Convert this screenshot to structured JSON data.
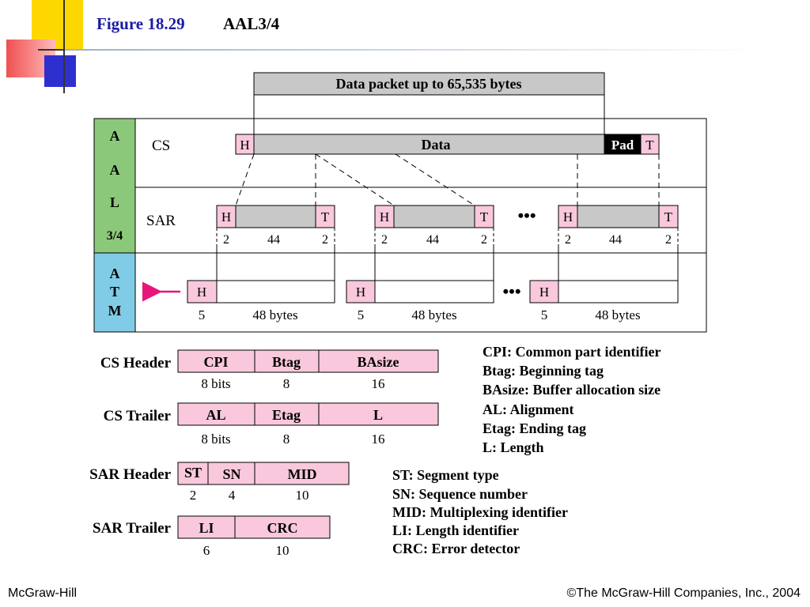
{
  "slide": {
    "figure_label": "Figure 18.29",
    "title": "AAL3/4",
    "footer_left": "McGraw-Hill",
    "footer_right": "©The McGraw-Hill Companies, Inc., 2004"
  },
  "colors": {
    "title_blue": "#1a1aa6",
    "header_pink": "#f9c8dc",
    "grey_fill": "#c8c8c8",
    "aal_green": "#8cc87a",
    "atm_blue": "#80cce6",
    "pad_black": "#000000",
    "arrow_magenta": "#e8157a",
    "deco_yellow": "#ffd700",
    "deco_red": "#f05050",
    "deco_blue": "#2f2fd0"
  },
  "diagram": {
    "data_packet_label": "Data packet up to 65,535 bytes",
    "aal_side": {
      "line1": "A",
      "line2": "A",
      "line3": "L",
      "line4": "3/4"
    },
    "atm_side": {
      "line1": "A",
      "line2": "T",
      "line3": "M"
    },
    "cs_row": {
      "label": "CS",
      "h": "H",
      "data": "Data",
      "pad": "Pad",
      "t": "T"
    },
    "sar_row": {
      "label": "SAR",
      "ellipsis": "•••",
      "segments": [
        {
          "h": "H",
          "t": "T",
          "h_size": "2",
          "body_size": "44",
          "t_size": "2"
        },
        {
          "h": "H",
          "t": "T",
          "h_size": "2",
          "body_size": "44",
          "t_size": "2"
        },
        {
          "h": "H",
          "t": "T",
          "h_size": "2",
          "body_size": "44",
          "t_size": "2"
        }
      ]
    },
    "atm_row": {
      "ellipsis": "•••",
      "cells": [
        {
          "h": "H",
          "h_size": "5",
          "body_size": "48 bytes"
        },
        {
          "h": "H",
          "h_size": "5",
          "body_size": "48 bytes"
        },
        {
          "h": "H",
          "h_size": "5",
          "body_size": "48 bytes"
        }
      ]
    }
  },
  "formats": {
    "cs_header": {
      "label": "CS Header",
      "fields": [
        "CPI",
        "Btag",
        "BAsize"
      ],
      "sizes": [
        "8 bits",
        "8",
        "16"
      ]
    },
    "cs_trailer": {
      "label": "CS Trailer",
      "fields": [
        "AL",
        "Etag",
        "L"
      ],
      "sizes": [
        "8 bits",
        "8",
        "16"
      ]
    },
    "sar_header": {
      "label": "SAR Header",
      "fields": [
        "ST",
        "SN",
        "MID"
      ],
      "sizes": [
        "2",
        "4",
        "10"
      ]
    },
    "sar_trailer": {
      "label": "SAR Trailer",
      "fields": [
        "LI",
        "CRC"
      ],
      "sizes": [
        "6",
        "10"
      ]
    }
  },
  "legend_cs": [
    "CPI: Common part identifier",
    "Btag: Beginning tag",
    "BAsize: Buffer allocation size",
    "AL: Alignment",
    "Etag: Ending tag",
    "L: Length"
  ],
  "legend_sar": [
    "ST: Segment type",
    "SN: Sequence number",
    "MID: Multiplexing identifier",
    "LI: Length identifier",
    "CRC:  Error detector"
  ]
}
